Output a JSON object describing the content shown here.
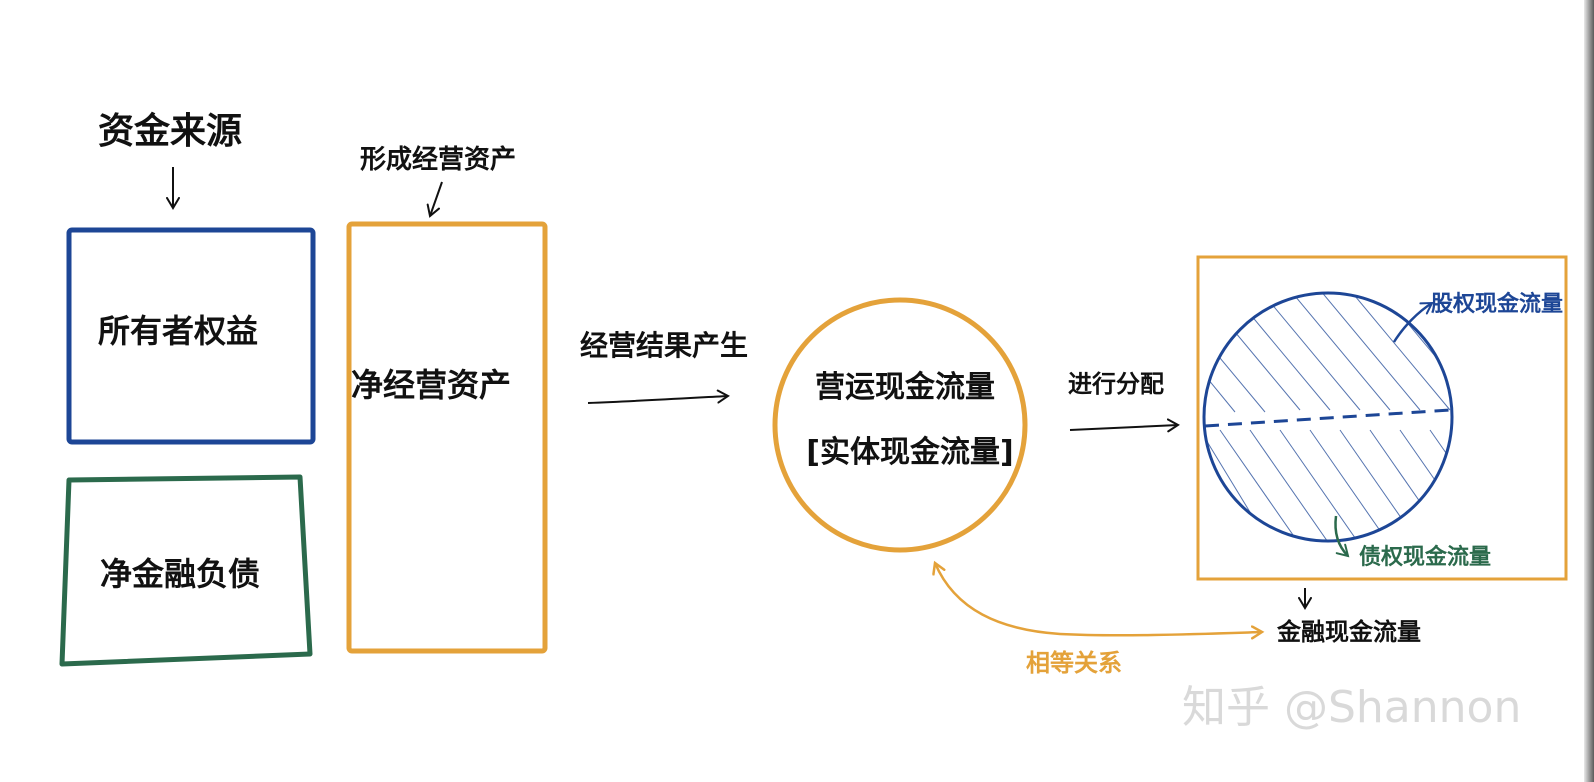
{
  "labels": {
    "funding_source": "资金来源",
    "form_operating_assets": "形成经营资产",
    "owners_equity": "所有者权益",
    "net_financial_liabilities": "净金融负债",
    "net_operating_assets": "净经营资产",
    "operating_result": "经营结果产生",
    "operating_cash_flow": "营运现金流量",
    "entity_cash_flow": "[实体现金流量]",
    "distribution": "进行分配",
    "equity_cash_flow": "股权现金流量",
    "debt_cash_flow": "债权现金流量",
    "financial_cash_flow": "金融现金流量",
    "equal_relation": "相等关系"
  },
  "watermark": "知乎 @Shannon",
  "colors": {
    "blue": "#1d4696",
    "green": "#2b6a4c",
    "orange": "#e4a23a",
    "ink": "#111111",
    "watermark": "#d9d9d9"
  }
}
